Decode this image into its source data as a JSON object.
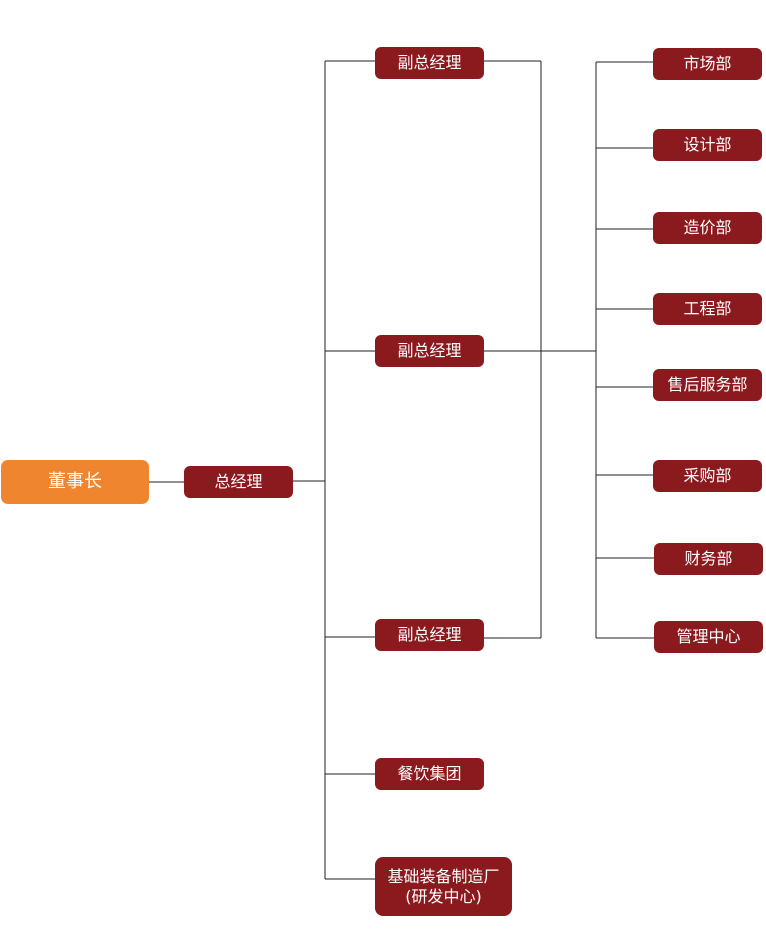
{
  "colors": {
    "root_fill": "#f08530",
    "node_fill": "#8b1a1f",
    "text": "#ffffff",
    "connector": "#222222"
  },
  "org": {
    "chairman": "董事长",
    "general_manager": "总经理",
    "deputy_1": "副总经理",
    "deputy_2": "副总经理",
    "deputy_3": "副总经理",
    "catering": "餐饮集团",
    "factory_line1": "基础装备制造厂",
    "factory_line2": "(研发中心)",
    "departments": [
      "市场部",
      "设计部",
      "造价部",
      "工程部",
      "售后服务部",
      "采购部",
      "财务部",
      "管理中心"
    ]
  }
}
